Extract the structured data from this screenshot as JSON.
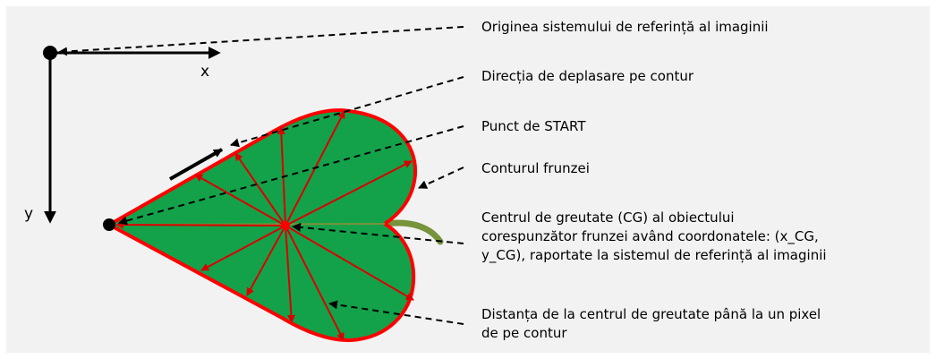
{
  "axes": {
    "x_label": "x",
    "y_label": "y"
  },
  "labels": {
    "origin": "Originea sistemului de referință al imaginii",
    "direction": "Direcția de deplasare pe contur",
    "start": "Punct de START",
    "contour": "Conturul frunzei",
    "cg_line1": "Centrul de greutate (CG) al obiectului",
    "cg_line2": "corespunzător frunzei având coordonatele: (x_CG,",
    "cg_line3": "y_CG), raportate la sistemul de referință al imaginii",
    "distance_line1": "Distanța de la centrul de greutate până la un pixel",
    "distance_line2": "de pe contur"
  },
  "colors": {
    "leaf_fill": "#13a24a",
    "contour": "#ff0000",
    "radius_arrow": "#d90000",
    "stem": "#77933c",
    "panel": "#f2f2f2"
  }
}
